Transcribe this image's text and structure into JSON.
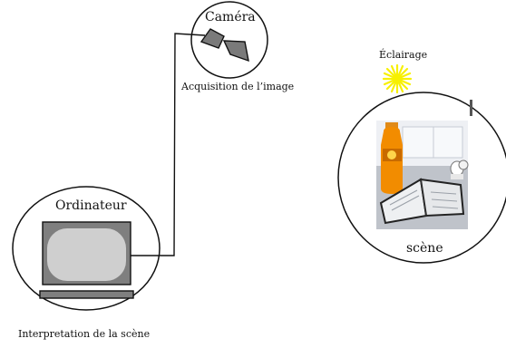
{
  "diagram": {
    "nodes": {
      "camera": {
        "label": "Caméra",
        "caption": "Acquisition de l’image"
      },
      "computer": {
        "label": "Ordinateur",
        "caption": "Interpretation de la scène"
      },
      "lighting": {
        "label": "Éclairage"
      },
      "scene": {
        "label": "scène"
      }
    },
    "colors": {
      "stroke": "#111111",
      "camera_body": "#7a7a7a",
      "monitor_bezel": "#7f7f7f",
      "monitor_screen": "#cfcfcf",
      "sun": "#f7f000"
    },
    "icons": {
      "camera": "video-camera-icon",
      "computer": "monitor-icon",
      "lighting": "sun-icon",
      "scene": "scene-photo"
    }
  }
}
